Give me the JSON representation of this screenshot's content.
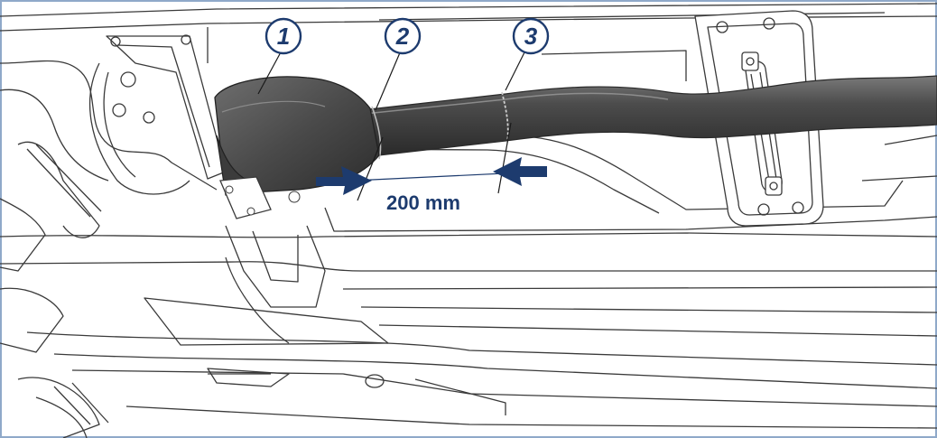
{
  "callouts": [
    {
      "number": "1"
    },
    {
      "number": "2"
    },
    {
      "number": "3"
    }
  ],
  "dimension": {
    "text": "200 mm"
  },
  "colors": {
    "line": "#3a3a3a",
    "pipe": "#4a4a4a",
    "pipe_dark": "#2f2f2f",
    "accent": "#1d3b6e",
    "frame": "#8fa9c9"
  }
}
